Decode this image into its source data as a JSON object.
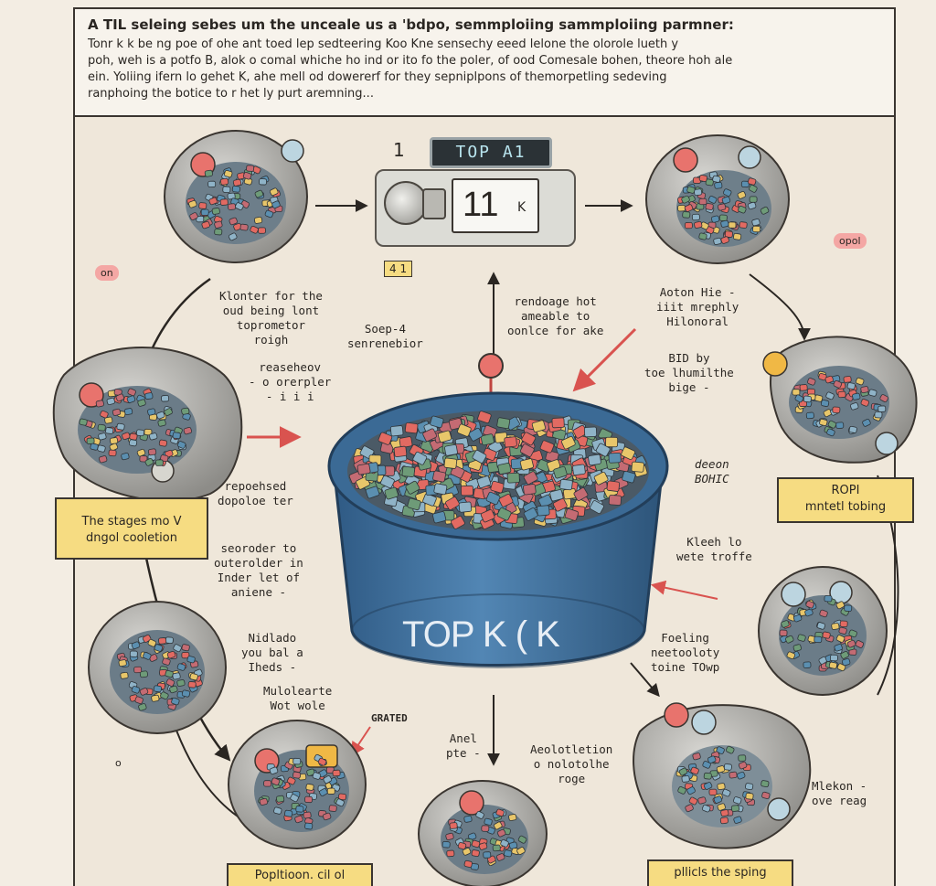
{
  "header": {
    "title": "A TIL seleing sebes um the unceale us a 'bdpo, semmploiing sammploiing parmner:",
    "lines": [
      "Tonr k k be ng poe of ohe ant toed lep sedteering Koo Kne sensechy eeed lelone the olorole lueth y",
      "poh, weh is a potfo B, alok o comal whiche ho ind or ito fo the poler, of ood Comesale bohen, theore hoh ale",
      "ein. Yoliing ifern lo gehet K, ahe mell od dowererf for they sepniplpons of themorpetling sedeving",
      "ranphoing the botice to r het ly purt aremning..."
    ]
  },
  "device": {
    "display": "TOP  A1",
    "counter_number": "11",
    "counter_unit": "K",
    "step_label": "1",
    "knob_tag": "4 1"
  },
  "bowl": {
    "label": "TOP K ( K"
  },
  "labels": {
    "top_left_desc": [
      "Klonter for the",
      "oud being lont",
      "toprometor",
      "roigh"
    ],
    "center_left": [
      "Soep-4",
      "senrenebior"
    ],
    "center_right": [
      "rendoage hot",
      "ameable to",
      "oonlce for ake"
    ],
    "right_top": [
      "Aoton Hie -",
      "iiit mrephly",
      "Hilonoral"
    ],
    "right_mid": [
      "BID by",
      "toe lhumilthe",
      "bige -"
    ],
    "left_mid": [
      "reaseheov",
      "- o orerpler",
      "- i i i"
    ],
    "left_low": [
      "repoehsed",
      "dopoloe ter"
    ],
    "left_lower": [
      "seoroder to",
      "outerolder in",
      "Inder let of",
      "aniene -"
    ],
    "center_low_left": [
      "Nidlado",
      "you bal a",
      "Iheds -"
    ],
    "center_low_left2": [
      "Mulolearte",
      "Wot wole"
    ],
    "right_low": [
      "Kleeh lo",
      "wete troffe"
    ],
    "right_lower": [
      "Foeling",
      "neetooloty",
      "toine TOwp"
    ],
    "bottom_center_left": [
      "Anel",
      "pte -"
    ],
    "bottom_center": [
      "Aeolotletion",
      "o nolotolhe",
      "roge"
    ],
    "bottom_right": [
      "Mlekon -",
      "ove reag"
    ],
    "grated": "GRATED",
    "leaf_note": [
      "deeon",
      "BOHIC"
    ]
  },
  "tags": {
    "top_left": "on",
    "top_right": "opol",
    "left_bottom": "o"
  },
  "boxes": {
    "left": [
      "The stages mo V",
      "dngol cooletion"
    ],
    "right": [
      "ROPI",
      "mntetl tobing"
    ],
    "bottom_left": "Popltioon. cil ol",
    "bottom_right": "pllicls the sping"
  },
  "colors": {
    "paper": "#f3ede3",
    "bowl_blue": "#3f6f9c",
    "pebble_red": "#e26a62",
    "pebble_blue": "#5b8fb0",
    "pebble_green": "#6e9b78",
    "pebble_yellow": "#e8c66a",
    "arrow_red": "#d9534f",
    "badge_yellow": "#f6dc82"
  }
}
